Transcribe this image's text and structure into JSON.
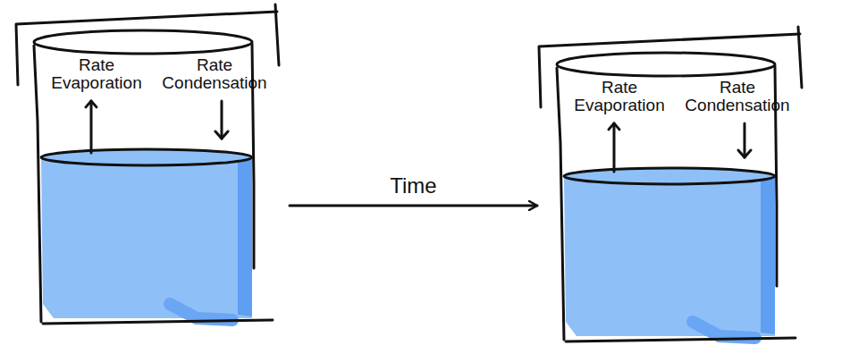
{
  "diagram": {
    "nodes": [
      {
        "text": [
          "Rate Evaporation",
          "Rate Condensation"
        ]
      },
      {
        "text": [
          "Rate Evaporation",
          "Rate Condensation"
        ]
      }
    ],
    "edges": [
      {
        "from": 0,
        "to": 1,
        "arrow": "to",
        "label": "Time"
      }
    ]
  }
}
